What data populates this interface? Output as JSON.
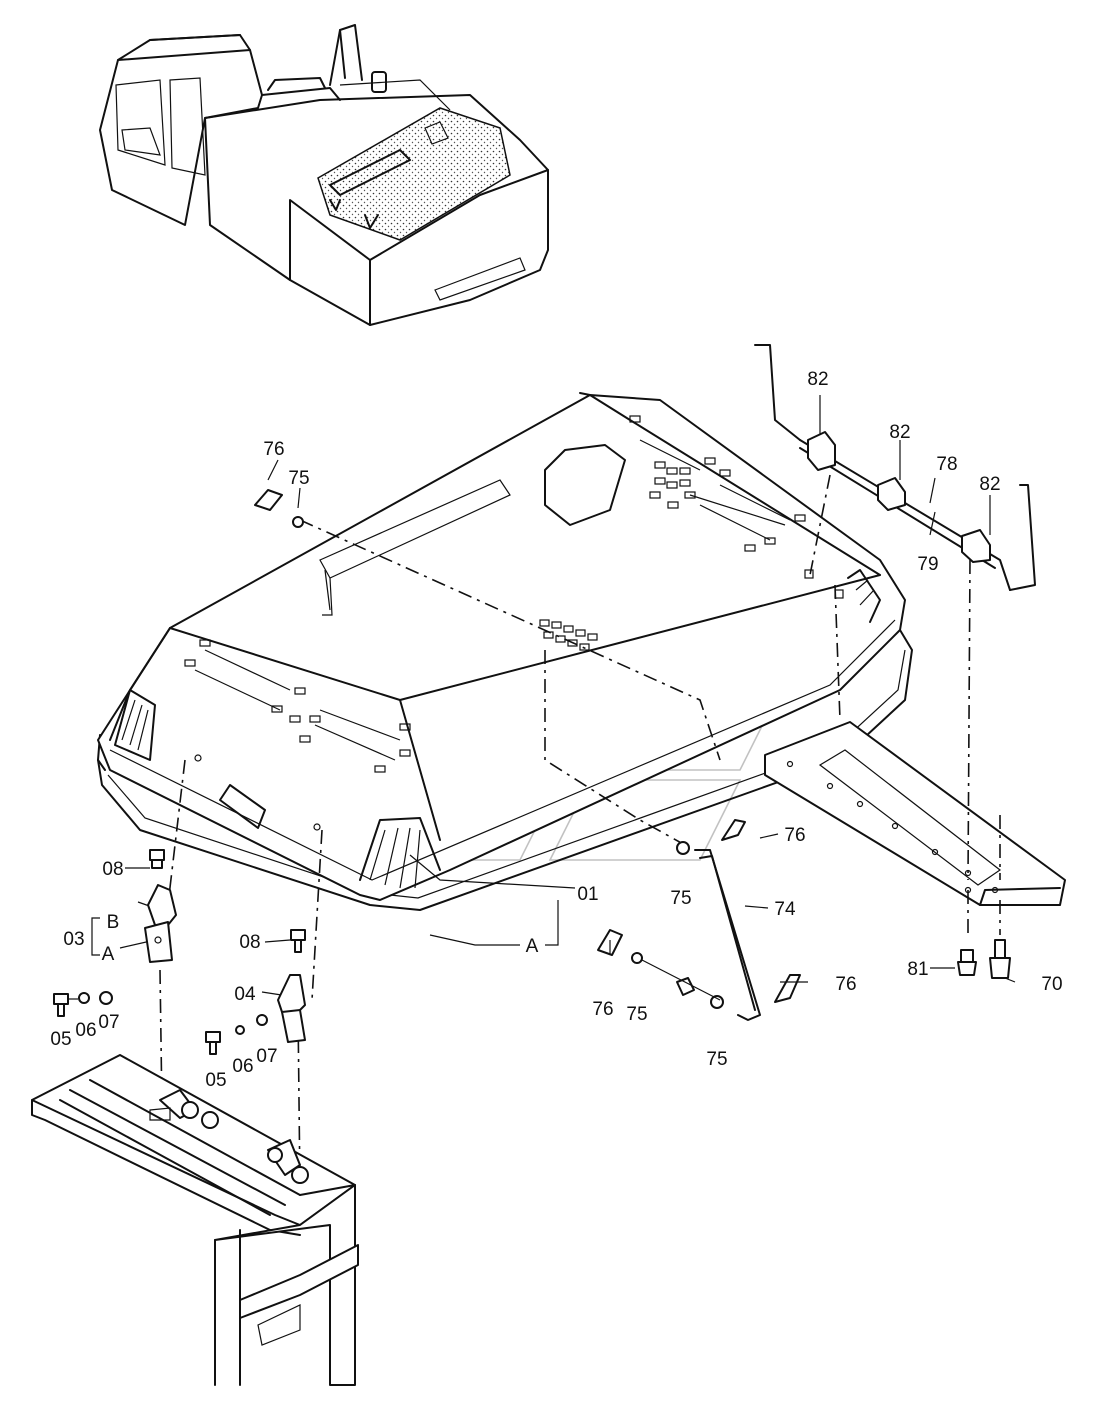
{
  "diagram": {
    "labels": {
      "l01": "01",
      "l03": "03",
      "l04": "04",
      "l05a": "05",
      "l05b": "05",
      "l06a": "06",
      "l06b": "06",
      "l07a": "07",
      "l07b": "07",
      "l08a": "08",
      "l08b": "08",
      "l70": "70",
      "l74": "74",
      "l75a": "75",
      "l75b": "75",
      "l75c": "75",
      "l75d": "75",
      "l76a": "76",
      "l76b": "76",
      "l76c": "76",
      "l76d": "76",
      "l78": "78",
      "l79": "79",
      "l81": "81",
      "l82a": "82",
      "l82b": "82",
      "l82c": "82",
      "lA1": "A",
      "lA2": "A",
      "lB": "B"
    }
  }
}
